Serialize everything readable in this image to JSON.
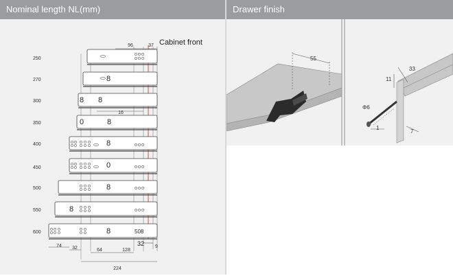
{
  "headers": {
    "left": "Nominal length NL(mm)",
    "right": "Drawer finish"
  },
  "left_diagram": {
    "cabinet_front_label": "Cabinet front",
    "nominal_lengths": [
      "250",
      "270",
      "300",
      "350",
      "400",
      "450",
      "500",
      "550",
      "600"
    ],
    "slide_labels": {
      "r270": "8",
      "r300_a": "8",
      "r300_b": "8",
      "r350_a": "0",
      "r350_b": "8",
      "r400": "8",
      "r450": "0",
      "r500": "8",
      "r550": "8",
      "r600_a": "8",
      "r600_b": "508"
    },
    "dim_top_96": "96",
    "dim_top_37": "37",
    "dim_16": "16",
    "dim_32_right": "32",
    "dim_9": "9",
    "dim_74": "74",
    "dim_32_bottom": "32",
    "dim_64": "64",
    "dim_128": "128",
    "dim_224": "224"
  },
  "right_diagram": {
    "dim_55": "55",
    "dim_11": "11",
    "dim_33": "33",
    "dim_phi6": "Φ6",
    "dim_1": "1",
    "dim_7": "7"
  },
  "colors": {
    "header_bg": "#9a9c9e",
    "panel_bg": "#f1f1f2",
    "line": "#555555",
    "accent_red": "#e0503a"
  }
}
